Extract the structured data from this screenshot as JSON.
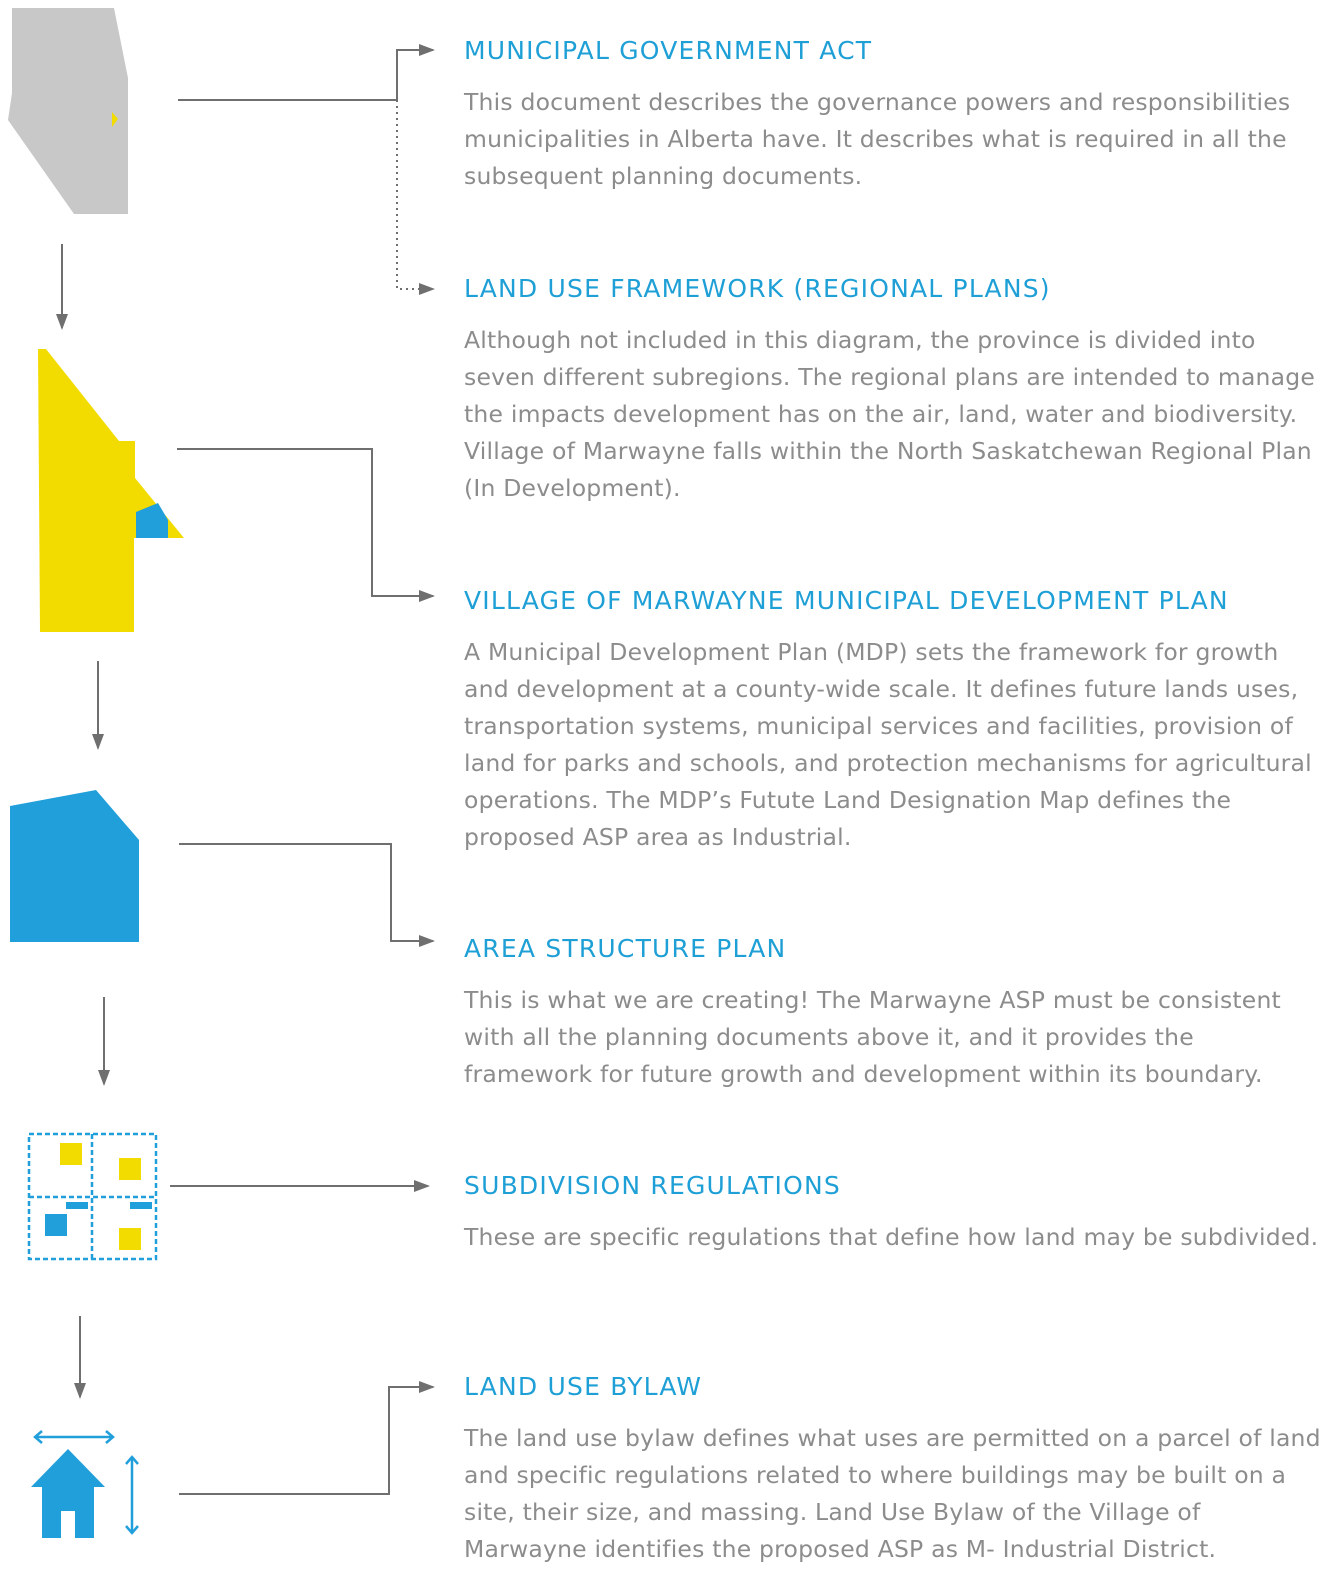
{
  "colors": {
    "heading": "#1e9fd6",
    "body_text": "#8c8c8c",
    "connector": "#6f6f6f",
    "alberta_grey": "#c8c8c8",
    "yellow": "#f2dc00",
    "blue": "#209fdb"
  },
  "icons": [
    "alberta-province-map-icon",
    "region-map-icon",
    "village-boundary-icon",
    "subdivision-lots-icon",
    "house-with-dimensions-icon"
  ],
  "sections": [
    {
      "title": "MUNICIPAL GOVERNMENT ACT",
      "body": "This document describes the governance powers and responsibilities municipalities in Alberta have. It describes what is required in all the subsequent planning documents."
    },
    {
      "title": "LAND USE FRAMEWORK (REGIONAL PLANS)",
      "body": "Although not included in this diagram, the province is divided into seven different subregions. The regional plans are intended to manage the impacts development has on the air, land, water and biodiversity. Village of Marwayne falls within the North Saskatchewan Regional Plan (In Development)."
    },
    {
      "title": "VILLAGE OF MARWAYNE MUNICIPAL DEVELOPMENT PLAN",
      "body": "A Municipal Development Plan (MDP) sets the framework for growth and development at a county-wide scale. It defines future lands uses, transportation systems, municipal services and facilities, provision of land for parks and schools, and protection mechanisms for agricultural operations. The MDP’s Futute Land Designation Map defines the proposed ASP area as Industrial."
    },
    {
      "title": "AREA STRUCTURE PLAN",
      "body": "This is what we are creating! The Marwayne ASP must be consistent with all the planning documents above it, and it provides the framework for future growth and development within its boundary."
    },
    {
      "title": "SUBDIVISION REGULATIONS",
      "body": "These are specific regulations that define how land may be subdivided."
    },
    {
      "title": "LAND USE BYLAW",
      "body": "The land use bylaw defines what uses are permitted on a parcel of land and specific regulations related to where buildings may be built on a site, their size, and massing. Land Use Bylaw of the Village of Marwayne identifies the proposed ASP as M- Industrial District."
    }
  ]
}
